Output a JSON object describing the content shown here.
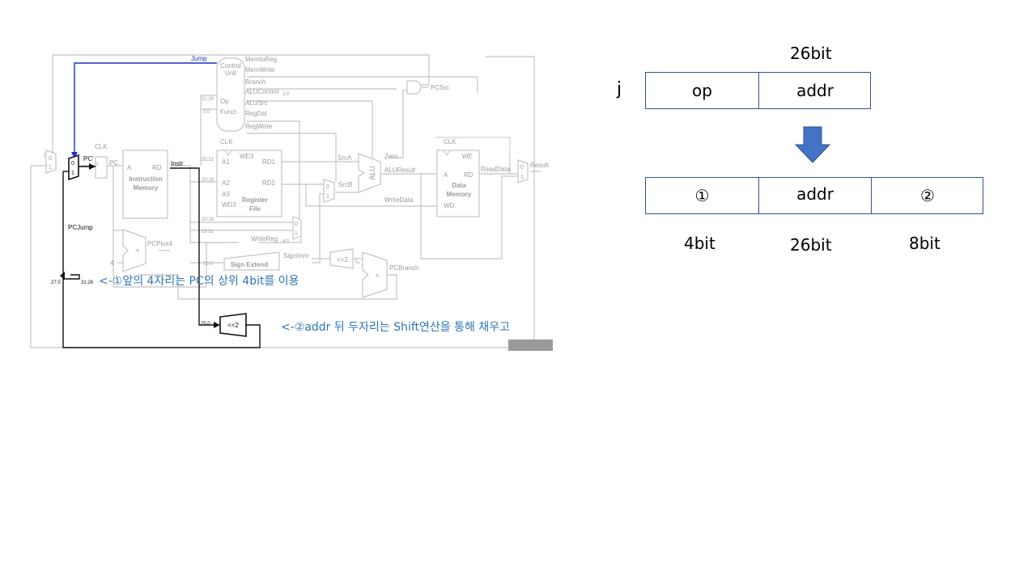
{
  "datapath": {
    "control_unit": [
      "Control",
      "Unit"
    ],
    "control_signals": [
      "MemtoReg",
      "MemWrite",
      "Branch",
      "ALUControl",
      "ALUSrc",
      "RegDst",
      "RegWrite"
    ],
    "alucontrol_sub": "2:0",
    "control_inputs": [
      "Op",
      "Funct"
    ],
    "control_bits": [
      "31:26",
      "5:0"
    ],
    "jump": "Jump",
    "pcsrc": "PCSrc",
    "clk": "CLK",
    "pc_prime": "PC'",
    "pc": "PC",
    "imem": {
      "a": "A",
      "rd": "RD",
      "name": [
        "Instruction",
        "Memory"
      ]
    },
    "instr": "Instr",
    "regfile": {
      "we3": "WE3",
      "a1": "A1",
      "a2": "A2",
      "a3": "A3",
      "wd3": "WD3",
      "rd1": "RD1",
      "rd2": "RD2",
      "name": [
        "Register",
        "File"
      ]
    },
    "reg_bits": [
      "25:21",
      "20:16",
      "20:16",
      "15:11",
      "15:0"
    ],
    "srca": "SrcA",
    "srcb": "SrcB",
    "zero": "Zero",
    "alu": "ALU",
    "aluresult": "ALUResult",
    "writedata": "WriteData",
    "dmem": {
      "we": "WE",
      "a": "A",
      "rd": "RD",
      "wd": "WD",
      "name": [
        "Data",
        "Memory"
      ]
    },
    "readdata": "ReadData",
    "result": "Result",
    "writereg": "WriteReg",
    "writereg_sub": "4:0",
    "signimm": "SignImm",
    "signext": "Sign Extend",
    "shift": "<<2",
    "pcbranch": "PCBranch",
    "pcplus4": "PCPlus4",
    "four": "4",
    "pcjump": "PCJump",
    "jbits": [
      "27:0",
      "31:28",
      "25:0"
    ],
    "mux0": "0",
    "mux1": "1",
    "note1": "<-①앞의 4자리는 PC의 상위 4bit를 이용",
    "note2": "<-②addr 뒤 두자리는 Shift연산을 통해 채우고"
  },
  "encoding": {
    "top_bits": "26bit",
    "instr_label": "j",
    "fields": [
      "op",
      "addr"
    ],
    "result_fields": [
      "①",
      "addr",
      "②"
    ],
    "result_bits": [
      "4bit",
      "26bit",
      "8bit"
    ],
    "arrow_color": "#4472C4"
  }
}
